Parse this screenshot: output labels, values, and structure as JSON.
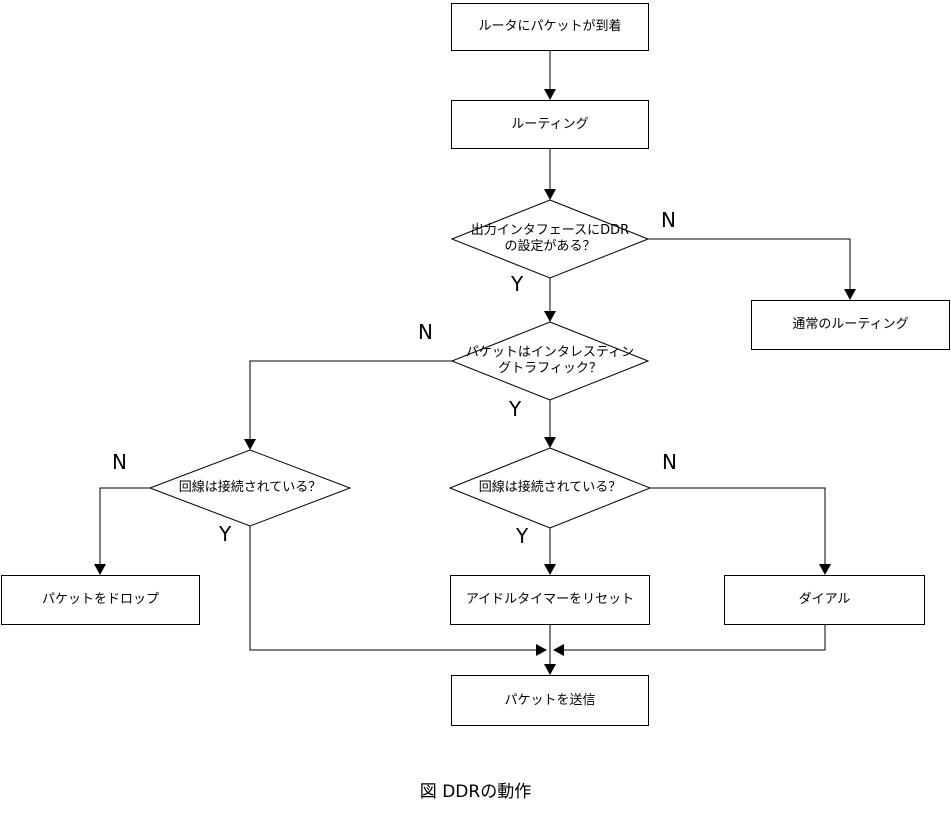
{
  "caption": "図 DDRの動作",
  "branch": {
    "yes": "Y",
    "no": "N"
  },
  "colors": {
    "line": "#000000",
    "background": "#ffffff",
    "text": "#000000"
  },
  "nodes": {
    "start": "ルータにパケットが到着",
    "routing": "ルーティング",
    "ddr_check": "出力インタフェースにDDR\nの設定がある？",
    "normal_routing": "通常のルーティング",
    "interesting_check": "パケットはインタレスティン\nグトラフィック？",
    "line_check_left": "回線は接続されている？",
    "line_check_center": "回線は接続されている？",
    "drop": "パケットをドロップ",
    "reset_timer": "アイドルタイマーをリセット",
    "dial": "ダイアル",
    "send": "パケットを送信"
  }
}
